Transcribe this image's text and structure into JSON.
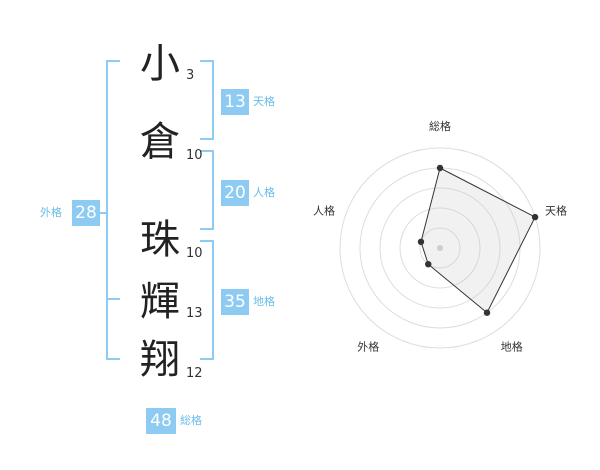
{
  "name": {
    "chars": [
      {
        "char": "小",
        "strokes": "3"
      },
      {
        "char": "倉",
        "strokes": "10"
      },
      {
        "char": "珠",
        "strokes": "10"
      },
      {
        "char": "輝",
        "strokes": "13"
      },
      {
        "char": "翔",
        "strokes": "12"
      }
    ]
  },
  "fortunes": {
    "tenkaku": {
      "value": "13",
      "label": "天格"
    },
    "jinkaku": {
      "value": "20",
      "label": "人格"
    },
    "chikaku": {
      "value": "35",
      "label": "地格"
    },
    "gaikaku": {
      "value": "28",
      "label": "外格"
    },
    "soukaku": {
      "value": "48",
      "label": "総格"
    }
  },
  "colors": {
    "accent": "#8ecbf3",
    "label": "#66bde8",
    "text": "#222222"
  },
  "chart_data": {
    "type": "radar",
    "axes": [
      "総格",
      "天格",
      "地格",
      "外格",
      "人格"
    ],
    "values": [
      4,
      5,
      4,
      1,
      1
    ],
    "max": 5,
    "rings": 5
  }
}
